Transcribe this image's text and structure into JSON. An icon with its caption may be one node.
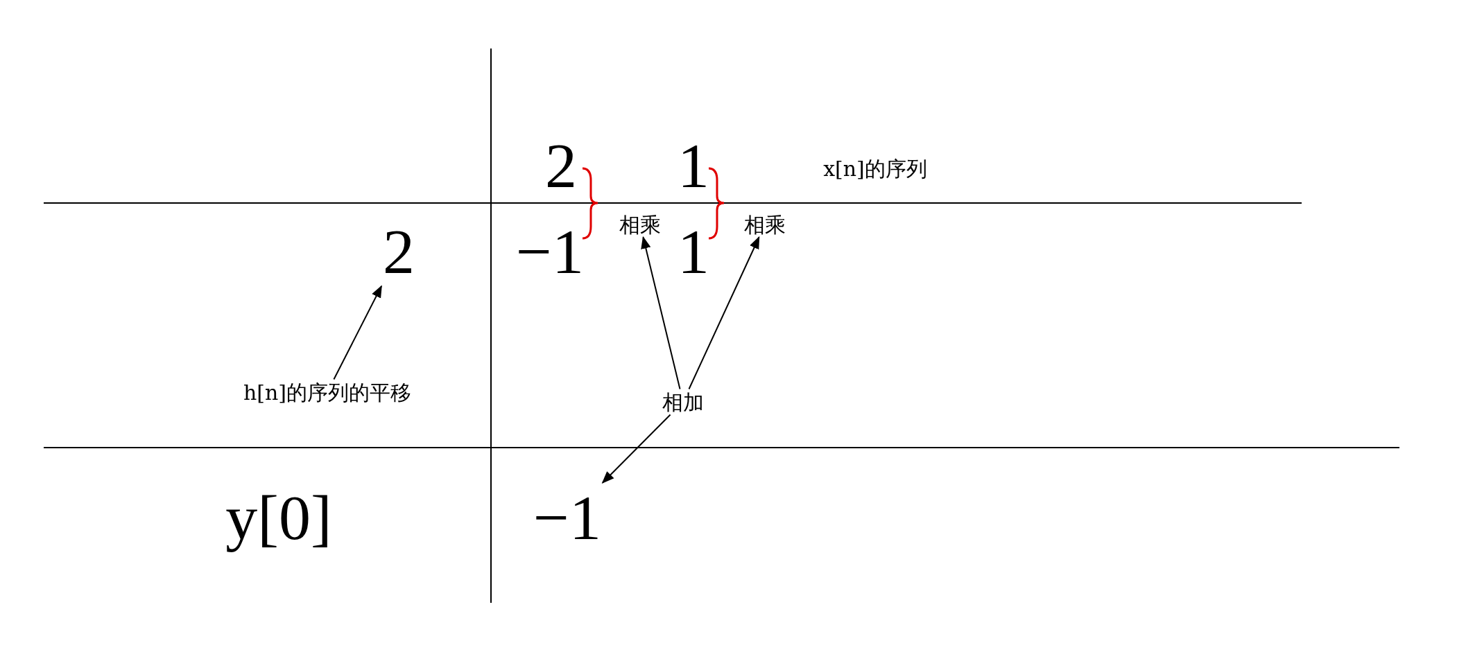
{
  "diagram": {
    "nodes": [
      {
        "text": [
          "相乘"
        ]
      },
      {
        "text": [
          "相乘"
        ]
      },
      {
        "text": [
          "2"
        ]
      },
      {
        "text": [
          "h[n]的序列的平移"
        ]
      },
      {
        "text": [
          "相加"
        ]
      },
      {
        "text": [
          "−1"
        ]
      }
    ],
    "edges": [
      {
        "from": 3,
        "to": 2,
        "arrow": "to"
      },
      {
        "from": 4,
        "to": 0,
        "arrow": "to"
      },
      {
        "from": 4,
        "to": 1,
        "arrow": "to"
      },
      {
        "from": 4,
        "to": 5,
        "arrow": "to"
      }
    ],
    "labels": [
      "2",
      "1",
      "x[n]的序列",
      "−1",
      "1",
      "y[0]"
    ]
  }
}
